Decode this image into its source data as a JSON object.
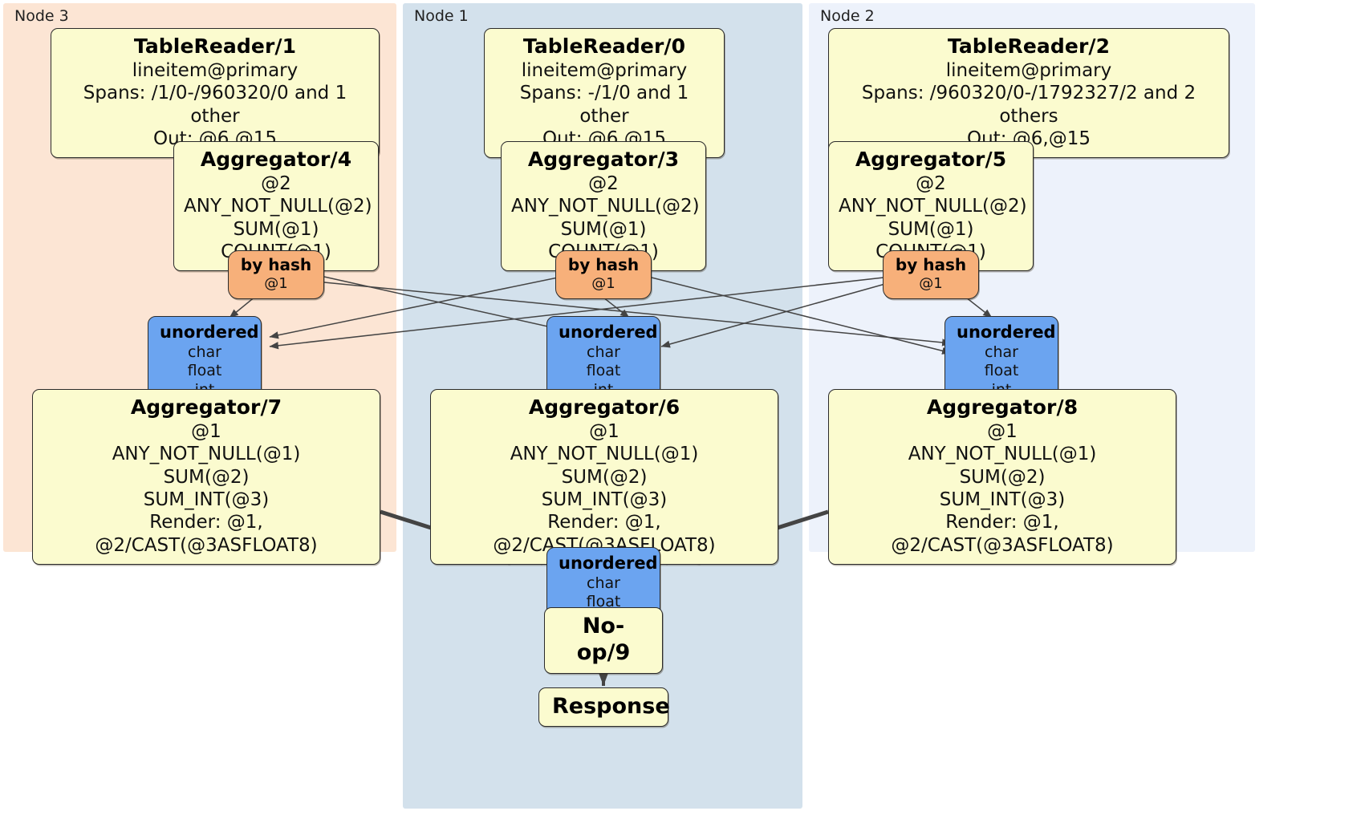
{
  "diagram": {
    "title": "Distributed query execution plan",
    "colors": {
      "node3_panel": "#fce5d4",
      "node1_panel": "#d3e1ec",
      "node2_panel": "#edf2fb",
      "processor_fill": "#fbfbcf",
      "router_fill": "#f7b07a",
      "stream_fill": "#6ba4f0",
      "edge_stroke": "#444444",
      "border": "#2b2b2b"
    }
  },
  "panels": [
    {
      "label": "Node 3",
      "color": "#fce5d4"
    },
    {
      "label": "Node 1",
      "color": "#d3e1ec"
    },
    {
      "label": "Node 2",
      "color": "#edf2fb"
    }
  ],
  "nodes": {
    "tablereader_1": {
      "title": "TableReader/1",
      "lines": [
        "lineitem@primary",
        "Spans: /1/0-/960320/0 and 1 other",
        "Out: @6,@15"
      ]
    },
    "tablereader_0": {
      "title": "TableReader/0",
      "lines": [
        "lineitem@primary",
        "Spans: -/1/0 and 1 other",
        "Out: @6,@15"
      ]
    },
    "tablereader_2": {
      "title": "TableReader/2",
      "lines": [
        "lineitem@primary",
        "Spans: /960320/0-/1792327/2 and 2 others",
        "Out: @6,@15"
      ]
    },
    "aggregator_4": {
      "title": "Aggregator/4",
      "lines": [
        "@2",
        "ANY_NOT_NULL(@2)",
        "SUM(@1)",
        "COUNT(@1)"
      ]
    },
    "aggregator_3": {
      "title": "Aggregator/3",
      "lines": [
        "@2",
        "ANY_NOT_NULL(@2)",
        "SUM(@1)",
        "COUNT(@1)"
      ]
    },
    "aggregator_5": {
      "title": "Aggregator/5",
      "lines": [
        "@2",
        "ANY_NOT_NULL(@2)",
        "SUM(@1)",
        "COUNT(@1)"
      ]
    },
    "aggregator_7": {
      "title": "Aggregator/7",
      "lines": [
        "@1",
        "ANY_NOT_NULL(@1)",
        "SUM(@2)",
        "SUM_INT(@3)",
        "Render: @1, @2/CAST(@3ASFLOAT8)"
      ]
    },
    "aggregator_6": {
      "title": "Aggregator/6",
      "lines": [
        "@1",
        "ANY_NOT_NULL(@1)",
        "SUM(@2)",
        "SUM_INT(@3)",
        "Render: @1, @2/CAST(@3ASFLOAT8)"
      ]
    },
    "aggregator_8": {
      "title": "Aggregator/8",
      "lines": [
        "@1",
        "ANY_NOT_NULL(@1)",
        "SUM(@2)",
        "SUM_INT(@3)",
        "Render: @1, @2/CAST(@3ASFLOAT8)"
      ]
    },
    "router_left": {
      "title": "by hash",
      "lines": [
        "@1"
      ]
    },
    "router_center": {
      "title": "by hash",
      "lines": [
        "@1"
      ]
    },
    "router_right": {
      "title": "by hash",
      "lines": [
        "@1"
      ]
    },
    "stream_left": {
      "title": "unordered",
      "lines": [
        "char",
        "float",
        "int"
      ]
    },
    "stream_center": {
      "title": "unordered",
      "lines": [
        "char",
        "float",
        "int"
      ]
    },
    "stream_right": {
      "title": "unordered",
      "lines": [
        "char",
        "float",
        "int"
      ]
    },
    "stream_final": {
      "title": "unordered",
      "lines": [
        "char",
        "float"
      ]
    },
    "noop_9": {
      "title": "No-op/9",
      "lines": []
    },
    "response": {
      "title": "Response",
      "lines": []
    }
  }
}
